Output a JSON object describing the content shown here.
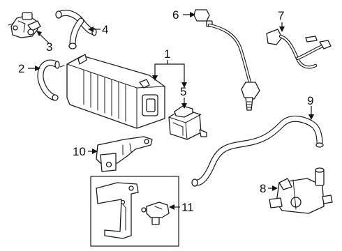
{
  "callouts": [
    {
      "id": "1",
      "text": "1"
    },
    {
      "id": "2",
      "text": "2"
    },
    {
      "id": "3",
      "text": "3"
    },
    {
      "id": "4",
      "text": "4"
    },
    {
      "id": "5",
      "text": "5"
    },
    {
      "id": "6",
      "text": "6"
    },
    {
      "id": "7",
      "text": "7"
    },
    {
      "id": "8",
      "text": "8"
    },
    {
      "id": "9",
      "text": "9"
    },
    {
      "id": "10",
      "text": "10"
    },
    {
      "id": "11",
      "text": "11"
    }
  ],
  "colors": {
    "line": "#1a1a1a",
    "background": "#ffffff"
  }
}
